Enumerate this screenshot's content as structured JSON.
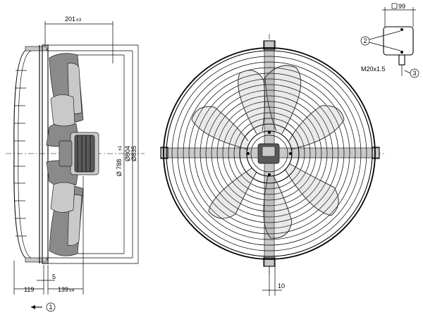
{
  "side_view": {
    "dim_top": {
      "value": "201",
      "tol": "±3"
    },
    "dim_diam_1": {
      "value": "Ø 788",
      "tol": "±1"
    },
    "dim_diam_2": {
      "value": "Ø804"
    },
    "dim_diam_3": {
      "value": "Ø835"
    },
    "dim_bottom_left": {
      "value": "119"
    },
    "dim_bottom_small": {
      "value": "5"
    },
    "dim_bottom_right": {
      "value": "139",
      "tol": "±4"
    },
    "airflow_callout": "1"
  },
  "front_view": {
    "dim_cable": {
      "value": "10"
    }
  },
  "terminal_box": {
    "dim_width": {
      "value": "99"
    },
    "callout_box": "2",
    "cable_gland": "M20x1.5",
    "callout_cable": "3"
  }
}
